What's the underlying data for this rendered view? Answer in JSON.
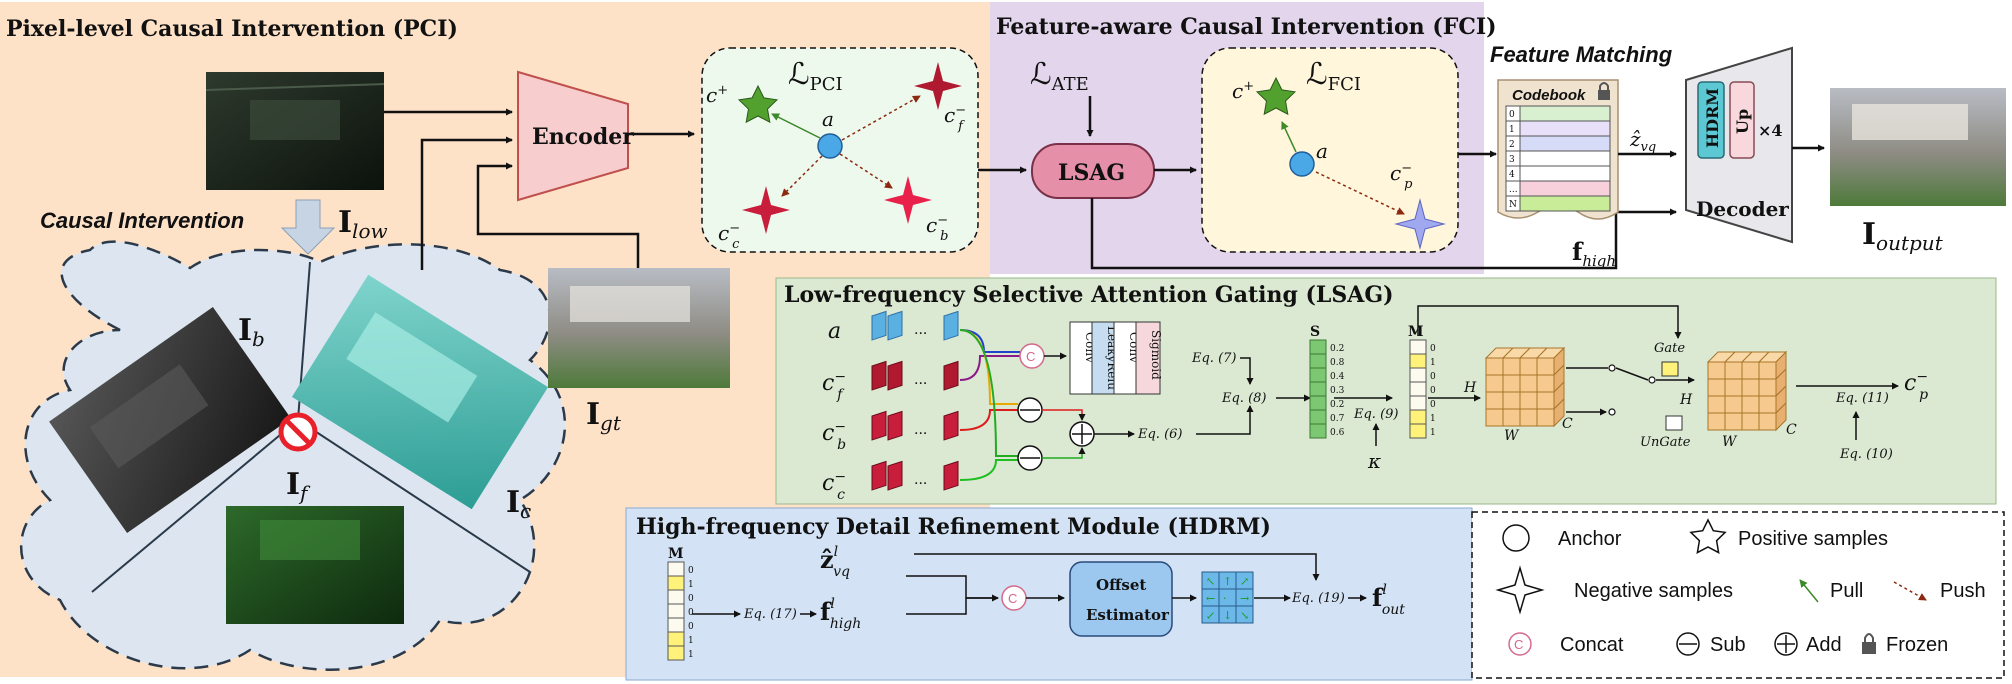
{
  "pci": {
    "title": "Pixel-level Causal  Intervention   (PCI)",
    "causal_intervention": "Causal Intervention",
    "encoder": "Encoder",
    "loss_symbol": "ℒ",
    "loss_sub": "PCI",
    "anchor": "a",
    "c_plus": "c",
    "c_f": "c",
    "c_c": "c",
    "c_b": "c",
    "sub_f": "f",
    "sub_c": "c",
    "sub_b": "b",
    "I": "I",
    "I_low_sub": "low",
    "I_gt_sub": "gt",
    "I_b_sub": "b",
    "I_f_sub": "f",
    "I_c_sub": "c"
  },
  "fci": {
    "title": "Feature-aware Causal  Intervention  (FCI)",
    "ate_sub": "ATE",
    "lsag": "LSAG",
    "loss_sub": "FCI",
    "c_plus": "c",
    "anchor": "a",
    "c_p": "c",
    "sub_p": "p"
  },
  "matching": {
    "title": "Feature Matching",
    "codebook": "Codebook",
    "rows": [
      "0",
      "1",
      "2",
      "3",
      "4",
      "...",
      "N"
    ],
    "z_vq": "ẑ",
    "z_vq_sub": "vq",
    "f_high": "f",
    "f_high_sub": "high",
    "hdrm": "HDRM",
    "up": "Up",
    "times4": "×4",
    "decoder": "Decoder",
    "I_output_sub": "output"
  },
  "lsag": {
    "title": "Low-frequency Selective Attention Gating (LSAG)",
    "a": "a",
    "conv1": "Conv",
    "leaky": "LeakyRelu",
    "conv2": "Conv",
    "sigmoid": "Sigmoid",
    "eq7": "Eq. (7)",
    "eq8": "Eq. (8)",
    "eq6": "Eq. (6)",
    "eq9": "Eq. (9)",
    "eq10": "Eq. (10)",
    "eq11": "Eq. (11)",
    "S": "S",
    "S_values": [
      "0.2",
      "0.8",
      "0.4",
      "0.3",
      "0.2",
      "0.7",
      "0.6"
    ],
    "M": "M",
    "M_values": [
      "0",
      "1",
      "0",
      "0",
      "0",
      "1",
      "1"
    ],
    "kappa": "κ",
    "H": "H",
    "W": "W",
    "C": "C",
    "gate": "Gate",
    "ungate": "UnGate",
    "c_p": "c",
    "sub_p": "p",
    "concat": "C"
  },
  "hdrm": {
    "title": "High-frequency Detail Refinement Module (HDRM)",
    "M": "M",
    "M_values": [
      "0",
      "1",
      "0",
      "0",
      "0",
      "1",
      "1"
    ],
    "eq17": "Eq. (17)",
    "eq19": "Eq. (19)",
    "z": "ẑ",
    "z_sub": "vq",
    "sup_l": "l",
    "f": "f",
    "f_sub": "high",
    "offset1": "Offset",
    "offset2": "Estimator",
    "f_out_sub": "out",
    "concat": "C"
  },
  "legend": {
    "anchor": "Anchor",
    "positive": "Positive samples",
    "negative": "Negative samples",
    "pull": "Pull",
    "push": "Push",
    "concat": "Concat",
    "sub": "Sub",
    "add": "Add",
    "frozen": "Frozen",
    "concat_glyph": "C"
  },
  "colors": {
    "pci_bg": "#fde2c8",
    "fci_bg": "#e3d6ec",
    "lsag_bg": "#dbe8d2",
    "hdrm_bg": "#d3e3f5",
    "pci_loss_bg": "#eef9ee",
    "fci_loss_bg": "#fff6dc",
    "cloud": "#dde6f0",
    "encoder": "#f8cdcd",
    "lsag_node": "#e58fa8",
    "positive": "#52a02e",
    "negative": "#c81e3c",
    "anchor": "#4aa8e6",
    "yellow": "#fff27a",
    "green_cell": "#a8d98a",
    "cube": "#f6c98e"
  }
}
